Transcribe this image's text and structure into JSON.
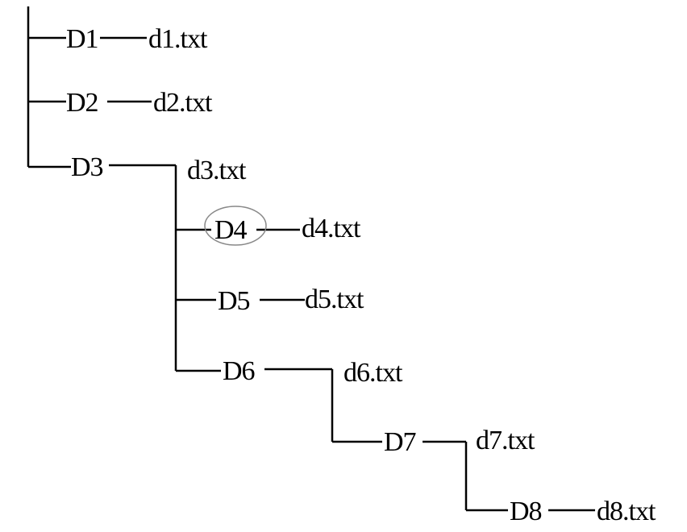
{
  "diagram": {
    "nodes": [
      {
        "dir": "D1",
        "file": "d1.txt",
        "highlighted": false
      },
      {
        "dir": "D2",
        "file": "d2.txt",
        "highlighted": false
      },
      {
        "dir": "D3",
        "file": "d3.txt",
        "highlighted": false
      },
      {
        "dir": "D4",
        "file": "d4.txt",
        "highlighted": true
      },
      {
        "dir": "D5",
        "file": "d5.txt",
        "highlighted": false
      },
      {
        "dir": "D6",
        "file": "d6.txt",
        "highlighted": false
      },
      {
        "dir": "D7",
        "file": "d7.txt",
        "highlighted": false
      },
      {
        "dir": "D8",
        "file": "d8.txt",
        "highlighted": false
      }
    ],
    "colors": {
      "line": "#000000",
      "highlight_ellipse": "#888888",
      "background": "#ffffff"
    }
  }
}
